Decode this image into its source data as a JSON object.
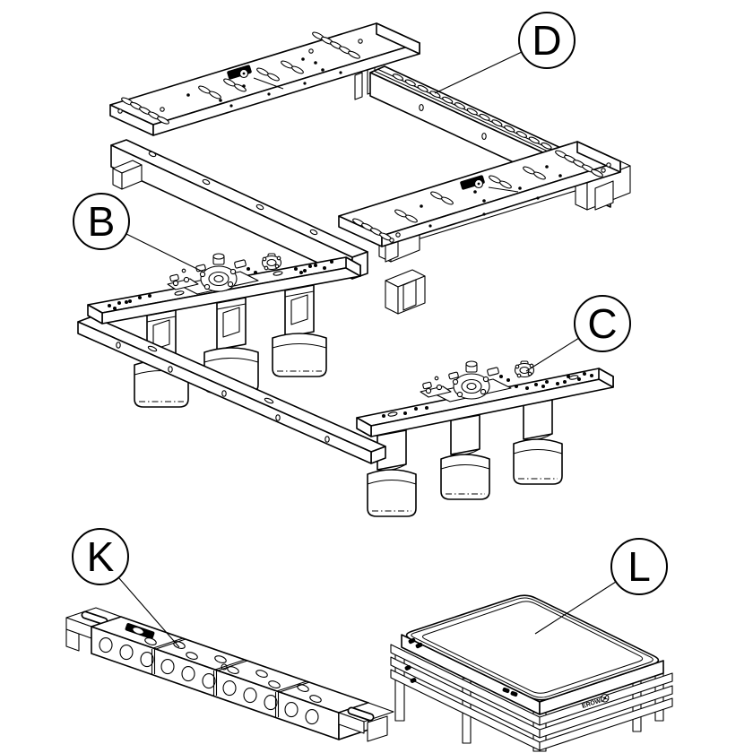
{
  "diagram": {
    "type": "exploded-parts-line-drawing",
    "background": "#ffffff",
    "stroke_color": "#000000",
    "callouts": [
      {
        "label": "D",
        "target": "base-frame"
      },
      {
        "label": "B",
        "target": "left-clamping-rail"
      },
      {
        "label": "C",
        "target": "right-clamping-rail"
      },
      {
        "label": "K",
        "target": "drilled-locating-bar"
      },
      {
        "label": "L",
        "target": "stacking-pallet"
      }
    ],
    "logo": {
      "text": "EROWA"
    }
  }
}
